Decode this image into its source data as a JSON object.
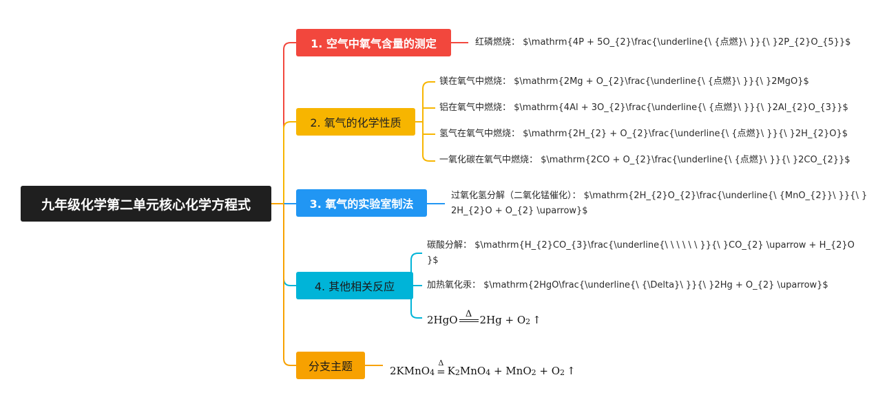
{
  "root": {
    "title": "九年级化学第二单元核心化学方程式"
  },
  "colors": {
    "red": "#f2473d",
    "yellow": "#f7b500",
    "blue": "#2196f3",
    "cyan": "#00b4d8",
    "orange": "#f7a100"
  },
  "branches": [
    {
      "label": "1. 空气中氧气含量的测定",
      "leaves": [
        "红磷燃烧： $\\mathrm{4P + 5O_{2}\\frac{\\underline{\\ {点燃}\\ }}{\\ }2P_{2}O_{5}}$"
      ]
    },
    {
      "label": "2. 氧气的化学性质",
      "leaves": [
        "镁在氧气中燃烧： $\\mathrm{2Mg + O_{2}\\frac{\\underline{\\ {点燃}\\ }}{\\ }2MgO}$",
        "铝在氧气中燃烧： $\\mathrm{4Al + 3O_{2}\\frac{\\underline{\\ {点燃}\\ }}{\\ }2Al_{2}O_{3}}$",
        "氢气在氧气中燃烧： $\\mathrm{2H_{2} + O_{2}\\frac{\\underline{\\ {点燃}\\ }}{\\ }2H_{2}O}$",
        "一氧化碳在氧气中燃烧： $\\mathrm{2CO + O_{2}\\frac{\\underline{\\ {点燃}\\ }}{\\ }2CO_{2}}$"
      ]
    },
    {
      "label": "3. 氧气的实验室制法",
      "leaves": [
        "过氧化氢分解（二氧化锰催化）： $\\mathrm{2H_{2}O_{2}\\frac{\\underline{\\ {MnO_{2}}\\ }}{\\ } 2H_{2}O + O_{2} \\uparrow}$"
      ]
    },
    {
      "label": "4. 其他相关反应",
      "leaves": [
        "碳酸分解： $\\mathrm{H_{2}CO_{3}\\frac{\\underline{\\ \\ \\ \\ \\ \\ }}{\\ }CO_{2} \\uparrow + H_{2}O }$",
        "加热氧化汞： $\\mathrm{2HgO\\frac{\\underline{\\ {\\Delta}\\ }}{\\ }2Hg + O_{2} \\uparrow}$"
      ],
      "formula": {
        "left": "2HgO",
        "cond": "Δ",
        "right": "2Hg + O",
        "sub": "2",
        "tail": "↑"
      }
    },
    {
      "label": "分支主题",
      "formula": {
        "left": "2KMnO",
        "left_sub": "4",
        "cond": "Δ",
        "eq": "=",
        "r1": "K",
        "r1_sub": "2",
        "r1b": "MnO",
        "r1b_sub": "4",
        "r2": " + MnO",
        "r2_sub": "2",
        "r3": " + O",
        "r3_sub": "2",
        "tail": "↑"
      }
    }
  ]
}
